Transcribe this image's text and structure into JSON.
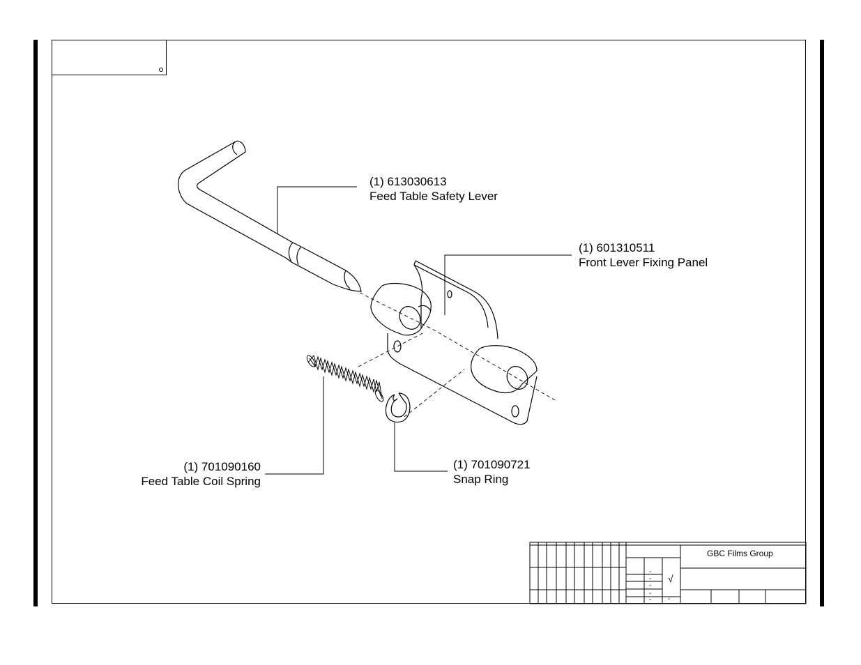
{
  "callouts": {
    "safety_lever": {
      "part_number": "(1) 613030613",
      "name": "Feed Table Safety Lever"
    },
    "fixing_panel": {
      "part_number": "(1) 601310511",
      "name": "Front Lever Fixing Panel"
    },
    "coil_spring": {
      "part_number": "(1) 701090160",
      "name": "Feed Table Coil Spring"
    },
    "snap_ring": {
      "part_number": "(1) 701090721",
      "name": "Snap Ring"
    }
  },
  "title_block": {
    "company": "GBC Films Group",
    "finish_symbol": "√",
    "dashes": [
      "-",
      "-",
      "-",
      "-",
      "-",
      "-"
    ]
  },
  "colors": {
    "line": "#000000",
    "background": "#ffffff"
  }
}
